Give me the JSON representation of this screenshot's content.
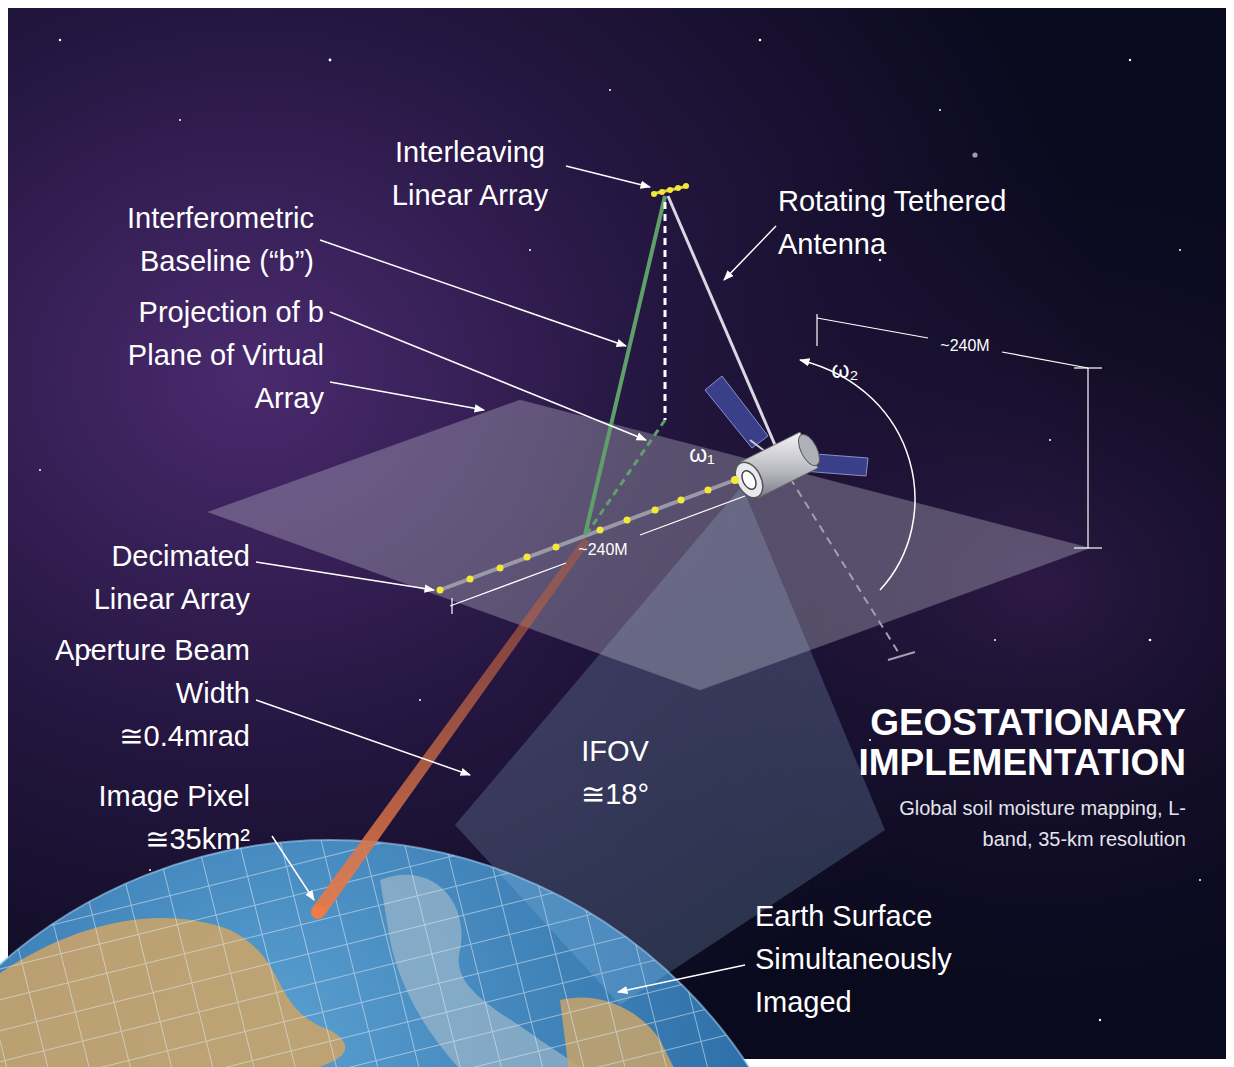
{
  "diagram": {
    "title": "GEOSTATIONARY IMPLEMENTATION",
    "caption": "Global soil moisture mapping, L-band, 35-km resolution",
    "labels": [
      "Interleaving Linear Array",
      "Rotating Tethered Antenna",
      "Interferometric Baseline (“b”)",
      "Projection of b",
      "Plane of Virtual Array",
      "~240M",
      "ω₂",
      "ω₁",
      "~240M",
      "Decimated Linear Array",
      "Aperture Beam Width ≅0.4mrad",
      "IFOV ≅18°",
      "Image Pixel ≅35km²",
      "Earth Surface Simultaneously Imaged"
    ]
  }
}
